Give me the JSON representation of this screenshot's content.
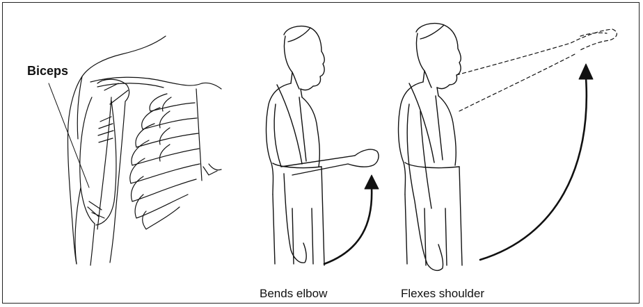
{
  "labels": {
    "muscle": "Biceps",
    "caption_elbow": "Bends elbow",
    "caption_shoulder": "Flexes shoulder"
  },
  "colors": {
    "ink": "#111111",
    "background": "#ffffff"
  }
}
